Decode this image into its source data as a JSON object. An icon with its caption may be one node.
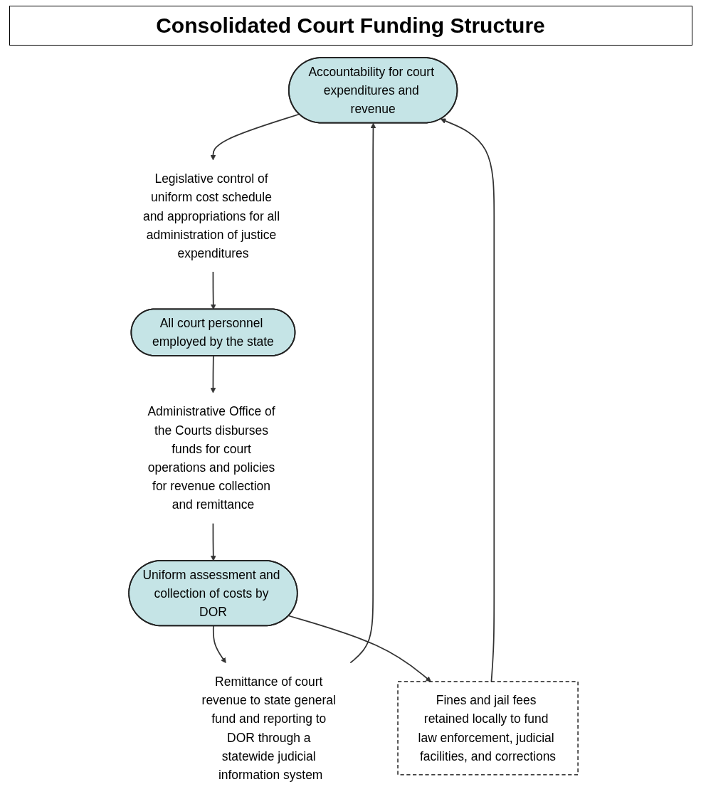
{
  "diagram": {
    "title": "Consolidated Court Funding Structure",
    "nodes": [
      {
        "text": [
          "Accountability for court expenditures and revenue"
        ]
      },
      {
        "text": [
          "Legislative control of uniform cost schedule and appropriations for all administration of justice expenditures"
        ]
      },
      {
        "text": [
          "All court personnel employed by the state"
        ]
      },
      {
        "text": [
          "Administrative Office of the Courts disburses funds for court operations and policies for revenue collection and remittance"
        ]
      },
      {
        "text": [
          "Uniform assessment and collection of costs by DOR"
        ]
      },
      {
        "text": [
          "Remittance of court revenue to state general fund and reporting to DOR through a statewide judicial information system"
        ]
      },
      {
        "text": [
          "Fines and jail fees retained locally to fund law enforcement, judicial facilities, and corrections"
        ]
      }
    ],
    "edges": [
      {
        "from": 5,
        "to": 0,
        "arrow": "to"
      },
      {
        "from": 0,
        "to": 1,
        "arrow": "to"
      },
      {
        "from": 1,
        "to": 2,
        "arrow": "to"
      },
      {
        "from": 2,
        "to": 3,
        "arrow": "to"
      },
      {
        "from": 3,
        "to": 4,
        "arrow": "to"
      },
      {
        "from": 4,
        "to": 5,
        "arrow": "to"
      },
      {
        "from": 4,
        "to": 6,
        "arrow": "to"
      },
      {
        "from": 6,
        "to": 0,
        "arrow": "to"
      }
    ]
  }
}
